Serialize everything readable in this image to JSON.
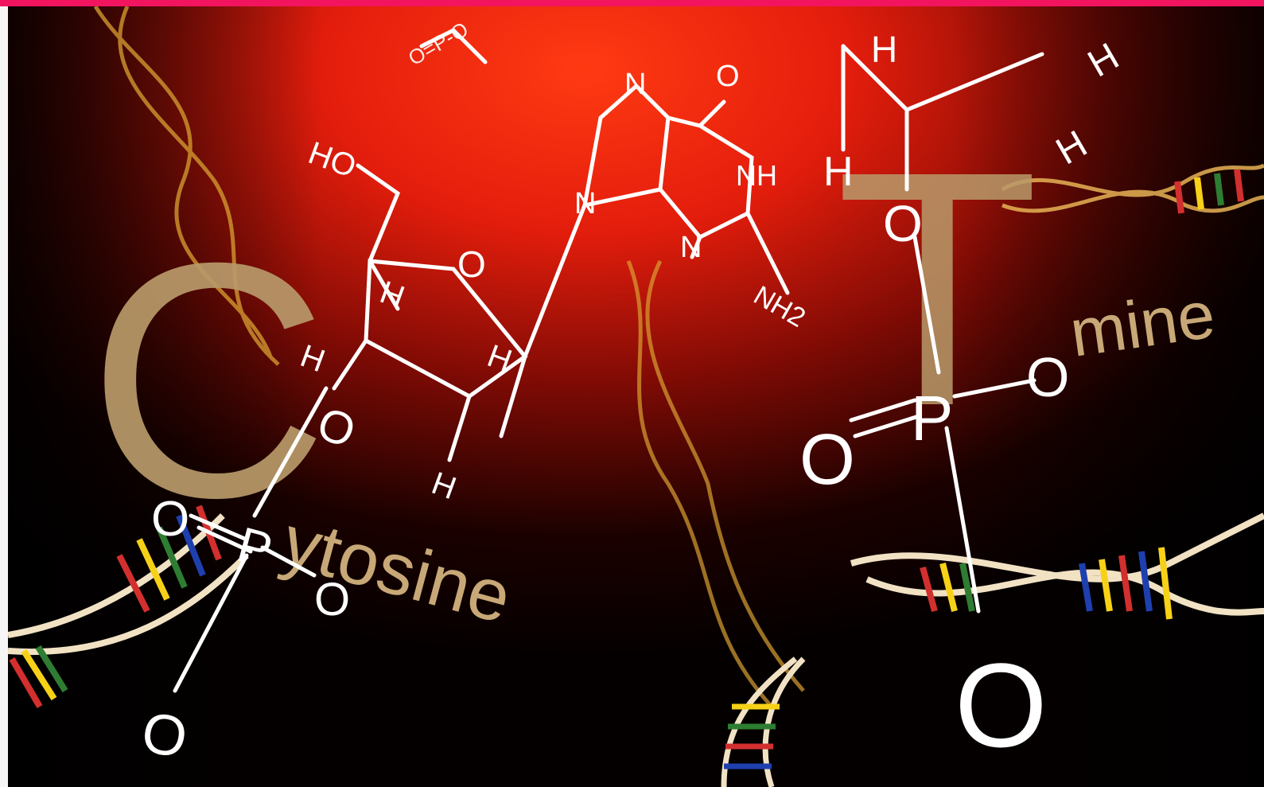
{
  "image": {
    "colors": {
      "accent_bar": "#f2145e",
      "background_dark": "#050000",
      "background_glow": "#ff2a10",
      "molecule_line": "#ffffff",
      "letter_tan": "#b99a6a",
      "label_tan": "#c8a877",
      "helix_gold": "#d9a032"
    },
    "big_letters": {
      "c": "C",
      "t": "T"
    },
    "labels": {
      "cytosine": "ytosine",
      "thymine": "mine"
    },
    "atoms": {
      "ho": "HO",
      "o_ring": "O",
      "h1": "H",
      "h2": "H",
      "h3": "H",
      "h4": "H",
      "n1": "N",
      "n2": "N",
      "n3": "N",
      "nh": "NH",
      "nh2": "NH2",
      "o_top": "O",
      "h_right1": "H",
      "h_right2": "H",
      "h_right3": "H",
      "h_right4": "H",
      "o_right_top": "O",
      "p_left": "P",
      "o_left_dbl": "O",
      "o_left_single": "O",
      "o_left_minus": "O",
      "o_left_bottom": "O",
      "p_right": "P",
      "o_right_dbl": "O",
      "o_right_single": "O",
      "o_right_bottom": "O",
      "phosphate_top": "O=P-O"
    }
  }
}
